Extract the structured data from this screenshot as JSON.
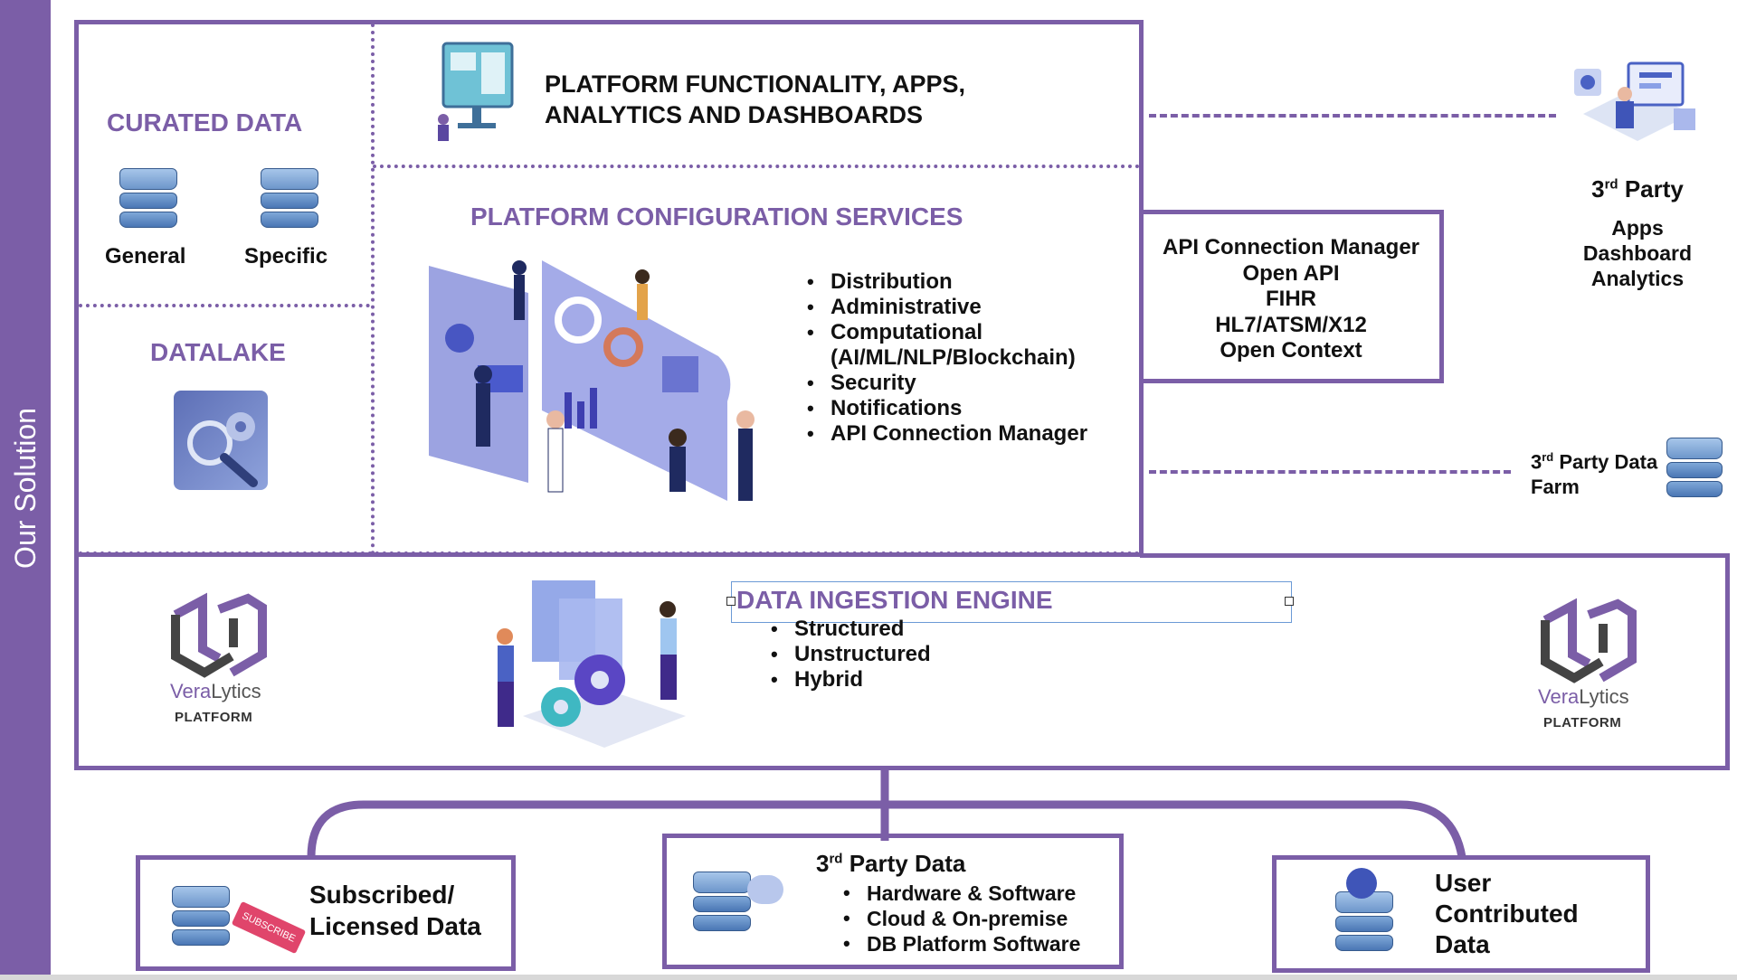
{
  "side_label": "Our Solution",
  "curated": {
    "title": "CURATED DATA",
    "general": "General",
    "specific": "Specific"
  },
  "datalake": {
    "title": "DATALAKE"
  },
  "platform_func": {
    "line1": "PLATFORM FUNCTIONALITY, APPS,",
    "line2": "ANALYTICS AND DASHBOARDS"
  },
  "config": {
    "title": "PLATFORM CONFIGURATION SERVICES",
    "items": [
      "Distribution",
      "Administrative",
      "Computational",
      "(AI/ML/NLP/Blockchain)",
      "Security",
      "Notifications",
      "API Connection Manager"
    ]
  },
  "api_box": {
    "lines": [
      "API Connection Manager",
      "Open API",
      "FIHR",
      "HL7/ATSM/X12",
      "Open Context"
    ]
  },
  "third_party_top": {
    "title": "3",
    "sup": "rd",
    "title_rest": " Party",
    "lines": [
      "Apps",
      "Dashboard",
      "Analytics"
    ]
  },
  "third_party_farm": {
    "num": "3",
    "sup": "rd",
    "rest": " Party Data",
    "line2": "Farm"
  },
  "ingestion": {
    "title": "DATA INGESTION ENGINE",
    "items": [
      "Structured",
      "Unstructured",
      "Hybrid"
    ]
  },
  "logo": {
    "vera": "Vera",
    "lytics": "Lytics",
    "sub": "PLATFORM"
  },
  "subscribed": {
    "line1": "Subscribed/",
    "line2": "Licensed Data",
    "badge": "SUBSCRIBE"
  },
  "third_party_data": {
    "num": "3",
    "sup": "rd",
    "rest": " Party Data",
    "items": [
      "Hardware & Software",
      "Cloud & On-premise",
      "DB Platform Software"
    ]
  },
  "user_contrib": {
    "lines": [
      "User",
      "Contributed",
      "Data"
    ]
  },
  "colors": {
    "accent": "#7b5ea7",
    "server_blue": "#4a76b4"
  }
}
